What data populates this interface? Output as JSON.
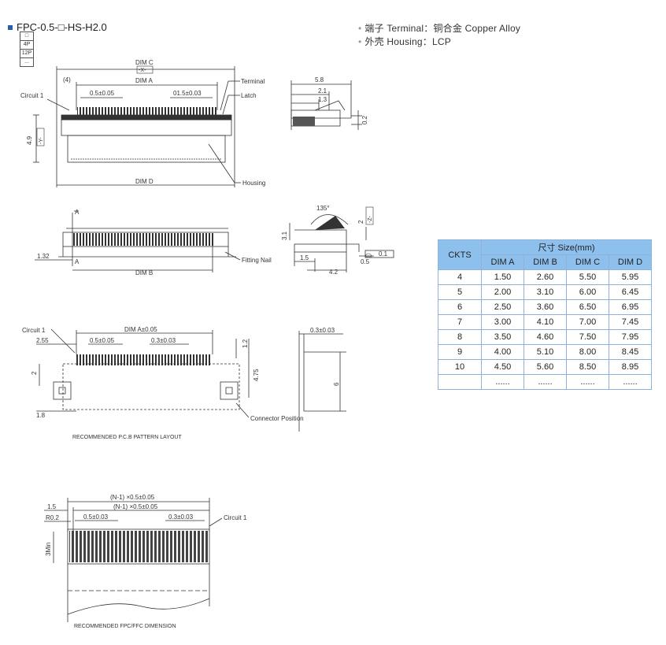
{
  "title": "FPC-0.5-□-HS-H2.0",
  "materials": [
    "端子 Terminal：铜合金 Copper Alloy",
    "外壳 Housing：LCP"
  ],
  "pin_options": [
    "□",
    "4P",
    "12P",
    "..."
  ],
  "drawing_labels": {
    "dim_c": "DIM C",
    "x": "-X-",
    "four": "(4)",
    "dim_a": "DIM A",
    "pitch_a": "0.5±0.05",
    "pitch_b": "01.5±0.03",
    "circuit1": "Circuit 1",
    "terminal": "Terminal",
    "latch": "Latch",
    "h49": "4.9",
    "y": "-Y-",
    "dim_d": "DIM D",
    "housing": "Housing",
    "s58": "5.8",
    "s21": "2.1",
    "s13": "1.3",
    "s02": "0.2",
    "A": "A",
    "dim_b": "DIM B",
    "d132": "1.32",
    "fitting": "Fitting Nail",
    "a135": "135°",
    "h31": "3.1",
    "z": "-Z-",
    "two": "2",
    "flat": "0.1",
    "s15": "1.5",
    "s05": "0.5",
    "s42": "4.2",
    "dim_a_tol": "DIM A±0.05",
    "p255": "2.55",
    "p05": "0.5±0.05",
    "p03": "0.3±0.03",
    "p12": "1.2",
    "p2": "2",
    "p475": "4.75",
    "p18": "1.8",
    "conn_pos": "Connector Position",
    "t03": "0.3±0.03",
    "t6": "6",
    "pcb_caption": "RECOMMENDED P.C.B PATTERN LAYOUT",
    "f_n1a": "(N-1) ×0.5±0.05",
    "f_n1b": "(N-1) ×0.5±0.05",
    "f15": "1.5",
    "fr02": "R0.2",
    "f05": "0.5±0.03",
    "f03": "0.3±0.03",
    "f3min": "3Min",
    "fpc_caption": "RECOMMENDED FPC/FFC DIMENSION"
  },
  "spec_table": {
    "ckts_header": "CKTS",
    "group_header": "尺寸 Size(mm)",
    "columns": [
      "DIM A",
      "DIM B",
      "DIM C",
      "DIM D"
    ],
    "rows": [
      [
        "4",
        "1.50",
        "2.60",
        "5.50",
        "5.95"
      ],
      [
        "5",
        "2.00",
        "3.10",
        "6.00",
        "6.45"
      ],
      [
        "6",
        "2.50",
        "3.60",
        "6.50",
        "6.95"
      ],
      [
        "7",
        "3.00",
        "4.10",
        "7.00",
        "7.45"
      ],
      [
        "8",
        "3.50",
        "4.60",
        "7.50",
        "7.95"
      ],
      [
        "9",
        "4.00",
        "5.10",
        "8.00",
        "8.45"
      ],
      [
        "10",
        "4.50",
        "5.60",
        "8.50",
        "8.95"
      ],
      [
        "",
        "......",
        "......",
        "......",
        "......"
      ]
    ]
  }
}
